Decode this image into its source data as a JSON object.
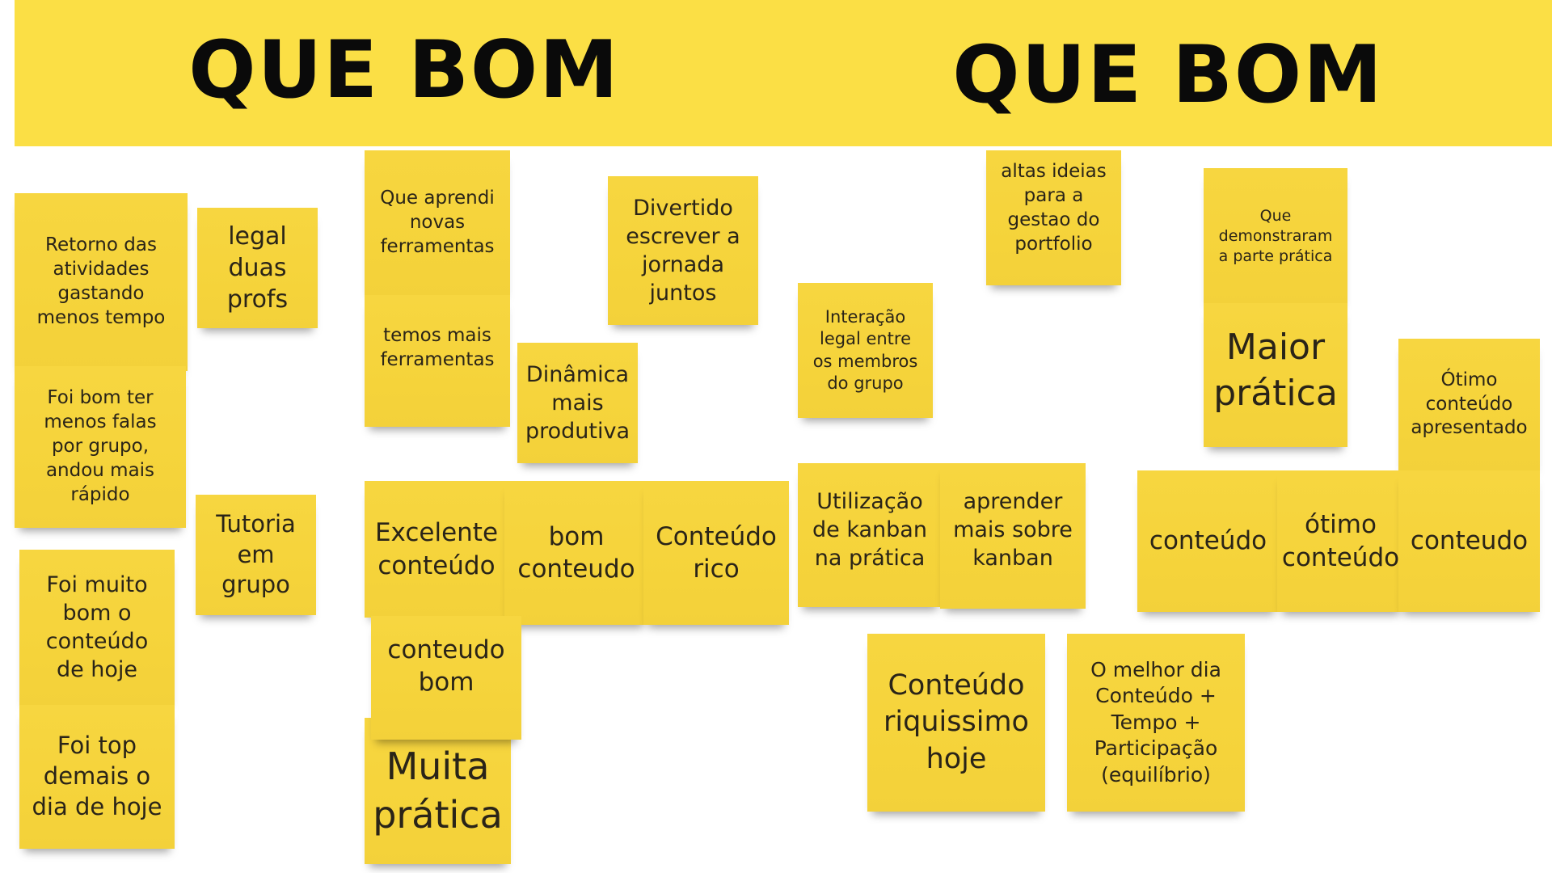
{
  "banner": {
    "title_left": "QUE BOM",
    "title_right": "QUE BOM",
    "color": "#fbdf45"
  },
  "note_color": "#f5d33a",
  "notes": [
    {
      "text": "Retorno das\natividades\ngastando\nmenos tempo"
    },
    {
      "text": "legal\nduas\nprofs"
    },
    {
      "text": "Foi bom ter\nmenos falas\npor grupo,\nandou mais\nrápido"
    },
    {
      "text": "Foi muito\nbom o\nconteúdo\nde hoje"
    },
    {
      "text": "Foi top\ndemais o\ndia de hoje"
    },
    {
      "text": "Tutoria\nem\ngrupo"
    },
    {
      "text": "Que aprendi\nnovas\nferramentas"
    },
    {
      "text": "temos mais\nferramentas"
    },
    {
      "text": "Divertido\nescrever a\njornada\njuntos"
    },
    {
      "text": "Dinâmica\nmais\nprodutiva"
    },
    {
      "text": "Excelente\nconteúdo"
    },
    {
      "text": "bom\nconteudo"
    },
    {
      "text": "Conteúdo\nrico"
    },
    {
      "text": "conteudo\nbom"
    },
    {
      "text": "Muita\nprática"
    },
    {
      "text": "Interação\nlegal entre\nos membros\ndo grupo"
    },
    {
      "text": "altas ideias\npara a\ngestao do\nportfolio"
    },
    {
      "text": "Que\ndemonstraram\na parte prática"
    },
    {
      "text": "Maior\nprática"
    },
    {
      "text": "Ótimo\nconteúdo\napresentado"
    },
    {
      "text": "Utilização\nde kanban\nna prática"
    },
    {
      "text": "aprender\nmais sobre\nkanban"
    },
    {
      "text": "conteúdo"
    },
    {
      "text": "ótimo\nconteúdo"
    },
    {
      "text": "conteudo"
    },
    {
      "text": "Conteúdo\nriquissimo\nhoje"
    },
    {
      "text": "O melhor dia\nConteúdo +\nTempo +\nParticipação\n(equilíbrio)"
    }
  ]
}
